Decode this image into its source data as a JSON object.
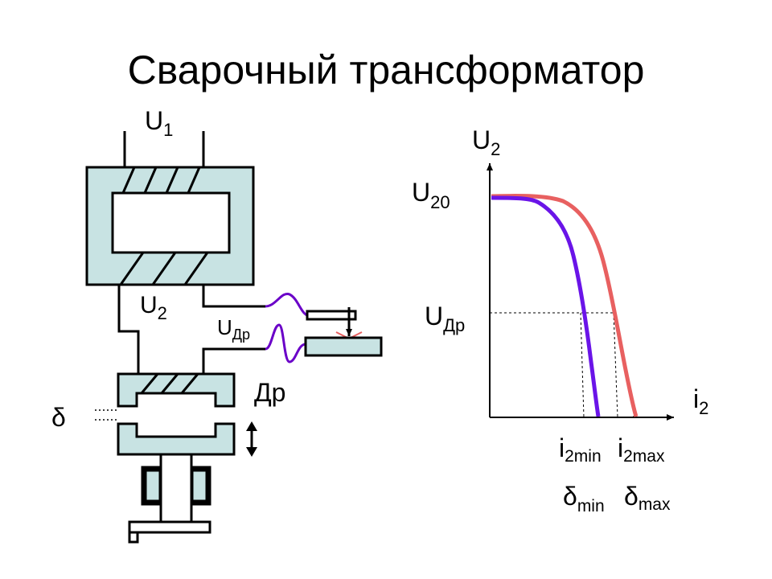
{
  "title": "Сварочный трансформатор",
  "colors": {
    "core_fill": "#c8e3e3",
    "stroke": "#000000",
    "wire_purple": "#6a00c8",
    "curve_red": "#e86060",
    "curve_purple": "#6a14e8"
  },
  "schematic": {
    "u1": {
      "base": "U",
      "sub": "1"
    },
    "u2": {
      "base": "U",
      "sub": "2"
    },
    "udr": {
      "base": "U",
      "sub": "Др"
    },
    "choke": "Др",
    "gap": "δ",
    "icons": [
      "arrow-down-icon",
      "double-arrow-icon",
      "weld-spark-icon"
    ]
  },
  "graph": {
    "y_axis": {
      "base": "U",
      "sub": "2"
    },
    "x_axis": {
      "base": "i",
      "sub": "2"
    },
    "u20": {
      "base": "U",
      "sub": "20"
    },
    "udr": {
      "base": "U",
      "sub": "Др"
    },
    "i2min": {
      "base": "i",
      "sub": "2min"
    },
    "i2max": {
      "base": "i",
      "sub": "2max"
    },
    "dmin": {
      "base": "δ",
      "sub": "min"
    },
    "dmax": {
      "base": "δ",
      "sub": "max"
    }
  }
}
